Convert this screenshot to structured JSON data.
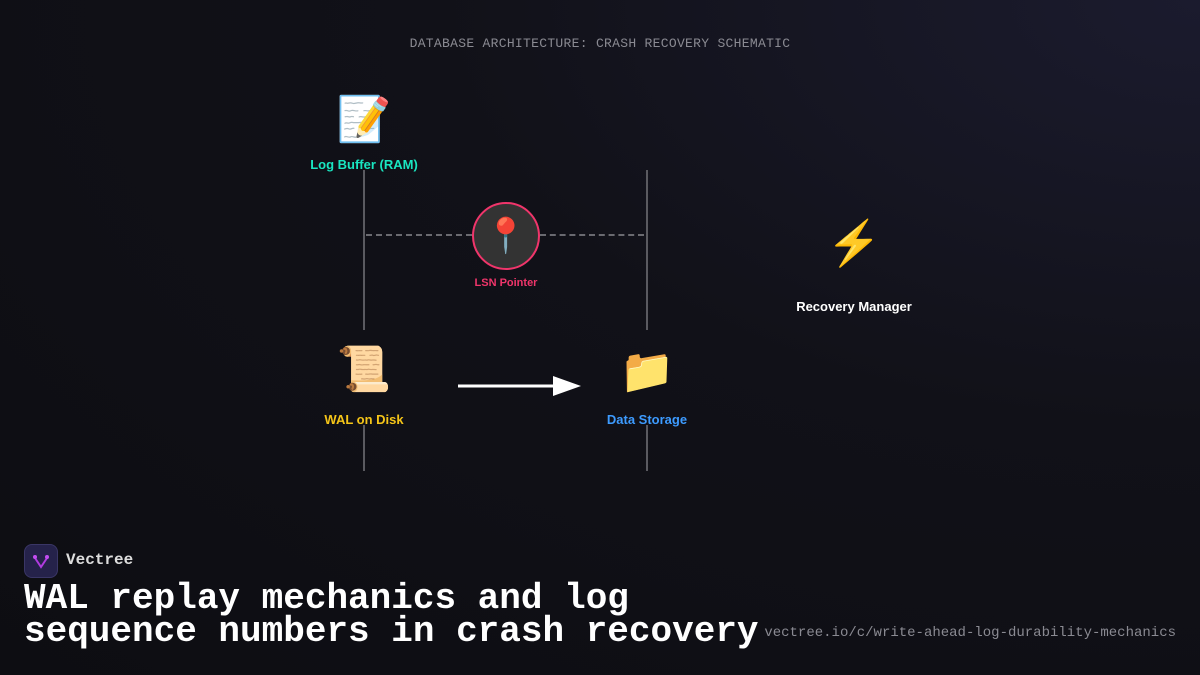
{
  "diagram": {
    "heading": "DATABASE ARCHITECTURE: CRASH RECOVERY SCHEMATIC",
    "nodes": {
      "log_buffer": {
        "label": "Log Buffer (RAM)",
        "icon": "memo-icon",
        "color": "#19e6c1"
      },
      "lsn_pointer": {
        "label": "LSN Pointer",
        "icon": "pushpin-icon",
        "color": "#f0356b"
      },
      "recovery_manager": {
        "label": "Recovery Manager",
        "icon": "lightning-icon",
        "color": "#ffffff"
      },
      "wal_on_disk": {
        "label": "WAL on Disk",
        "icon": "scroll-icon",
        "color": "#f5c518"
      },
      "data_storage": {
        "label": "Data Storage",
        "icon": "folder-icon",
        "color": "#3d9bff"
      }
    }
  },
  "footer": {
    "brand": "Vectree",
    "title_line1": "WAL replay mechanics and log",
    "title_line2": "sequence numbers in crash recovery",
    "url": "vectree.io/c/write-ahead-log-durability-mechanics"
  }
}
